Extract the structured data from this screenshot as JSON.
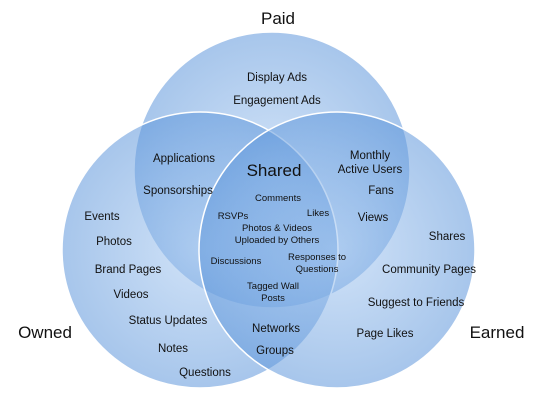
{
  "circles": {
    "paid": {
      "label": "Paid",
      "items": [
        "Display Ads",
        "Engagement Ads"
      ]
    },
    "owned": {
      "label": "Owned",
      "items": [
        "Events",
        "Photos",
        "Brand Pages",
        "Videos",
        "Status Updates",
        "Notes",
        "Questions"
      ]
    },
    "earned": {
      "label": "Earned",
      "items": [
        "Shares",
        "Community Pages",
        "Suggest to Friends",
        "Page Likes"
      ]
    }
  },
  "overlaps": {
    "paid_owned": [
      "Applications",
      "Sponsorships"
    ],
    "paid_earned": [
      "Monthly",
      "Active Users",
      "Fans",
      "Views"
    ],
    "owned_earned": [
      "Networks",
      "Groups"
    ]
  },
  "shared": {
    "title": "Shared",
    "items": [
      "Comments",
      "Likes",
      "RSVPs",
      "Photos & Videos",
      "Uploaded by Others",
      "Discussions",
      "Responses to",
      "Questions",
      "Tagged Wall",
      "Posts"
    ]
  },
  "colors": {
    "circle_fill": "#7faee6",
    "circle_stroke": "#ffffff"
  }
}
